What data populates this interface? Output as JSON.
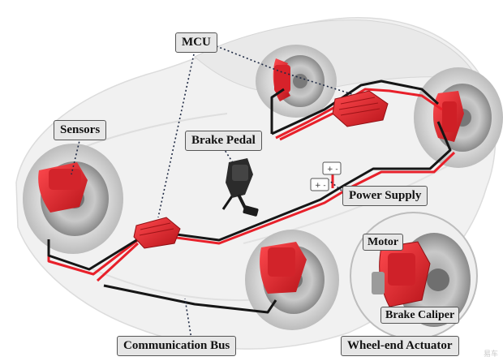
{
  "labels": {
    "mcu": "MCU",
    "sensors": "Sensors",
    "brake_pedal": "Brake Pedal",
    "power_supply": "Power Supply",
    "motor": "Motor",
    "brake_caliper": "Brake Caliper",
    "communication_bus": "Communication Bus",
    "wheel_end_actuator": "Wheel-end Actuator"
  },
  "watermark": "易车",
  "colors": {
    "caliper_red": "#e0262b",
    "wire_red": "#e8202a",
    "bus_black": "#161616",
    "label_fill": "#e6e6e6",
    "label_border": "#555555",
    "car_body": "#f1f1f1"
  }
}
